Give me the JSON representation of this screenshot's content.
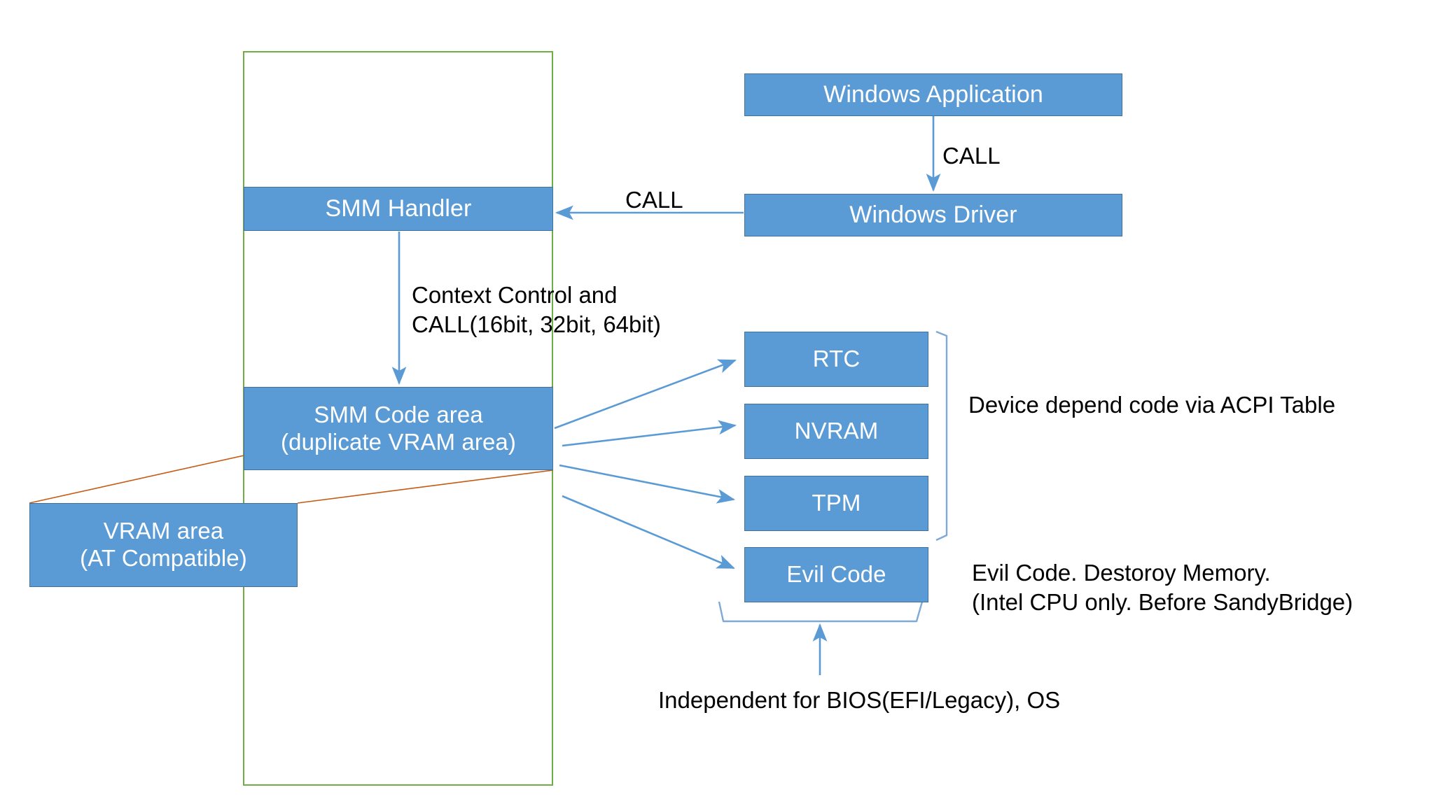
{
  "diagram": {
    "title_hidden": "SMM Handler / VRAM duplication attack diagram",
    "colors": {
      "box_fill": "#5B9BD5",
      "box_stroke": "#41719C",
      "frame_stroke": "#70AD47",
      "arrow_blue": "#5B9BD5",
      "connector_orange": "#C55A11",
      "text_dark": "#000000",
      "text_on_box": "#FFFFFF"
    },
    "boxes": {
      "smm_handler": {
        "label": "SMM Handler"
      },
      "smm_code_area": {
        "line1": "SMM Code area",
        "line2": "(duplicate VRAM area)"
      },
      "vram_area": {
        "line1": "VRAM area",
        "line2": "(AT Compatible)"
      },
      "windows_application": {
        "label": "Windows Application"
      },
      "windows_driver": {
        "label": "Windows Driver"
      },
      "rtc": {
        "label": "RTC"
      },
      "nvram": {
        "label": "NVRAM"
      },
      "tpm": {
        "label": "TPM"
      },
      "evil_code": {
        "label": "Evil Code"
      }
    },
    "labels": {
      "call_vertical": "CALL",
      "call_horizontal": "CALL",
      "context_control_line1": "Context Control and",
      "context_control_line2": "CALL(16bit, 32bit, 64bit)",
      "device_depend": "Device depend code via ACPI Table",
      "evil_note_line1": "Evil Code. Destoroy Memory.",
      "evil_note_line2": "(Intel CPU only. Before SandyBridge)",
      "independent": "Independent for BIOS(EFI/Legacy), OS"
    }
  }
}
